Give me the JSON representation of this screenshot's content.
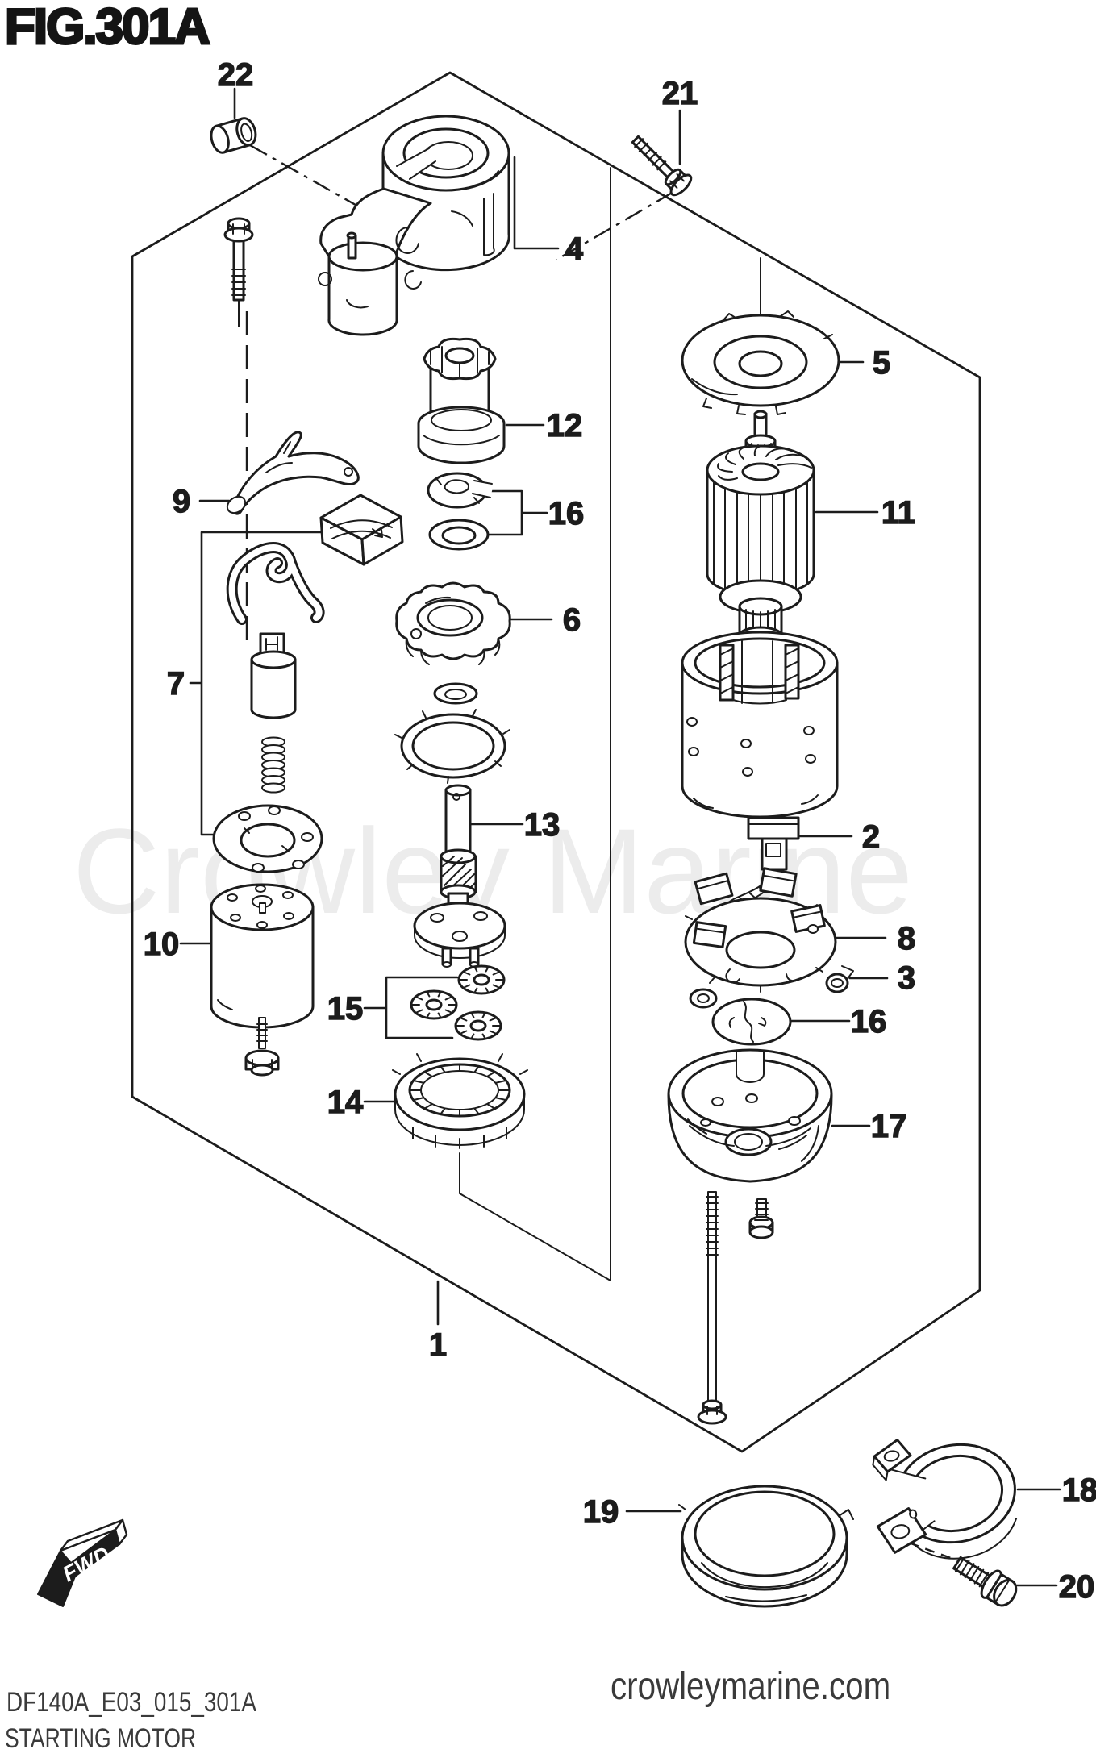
{
  "figure": {
    "title": "FIG.301A"
  },
  "watermark": {
    "text": "Crowley Marine"
  },
  "fwd": {
    "label": "FWD"
  },
  "footer": {
    "code": "DF140A_E03_015_301A",
    "caption": "STARTING MOTOR",
    "site": "crowleymarine.com"
  },
  "callouts": {
    "c1": "1",
    "c2": "2",
    "c3": "3",
    "c4": "4",
    "c5": "5",
    "c6": "6",
    "c7": "7",
    "c8": "8",
    "c9": "9",
    "c10": "10",
    "c11": "11",
    "c12": "12",
    "c13": "13",
    "c14": "14",
    "c15": "15",
    "c16a": "16",
    "c16b": "16",
    "c17": "17",
    "c18": "18",
    "c19": "19",
    "c20": "20",
    "c21": "21",
    "c22": "22"
  },
  "colors": {
    "ink": "#1c1c1c",
    "watermark": "#ececec",
    "footer_text": "#3a3a3a"
  }
}
